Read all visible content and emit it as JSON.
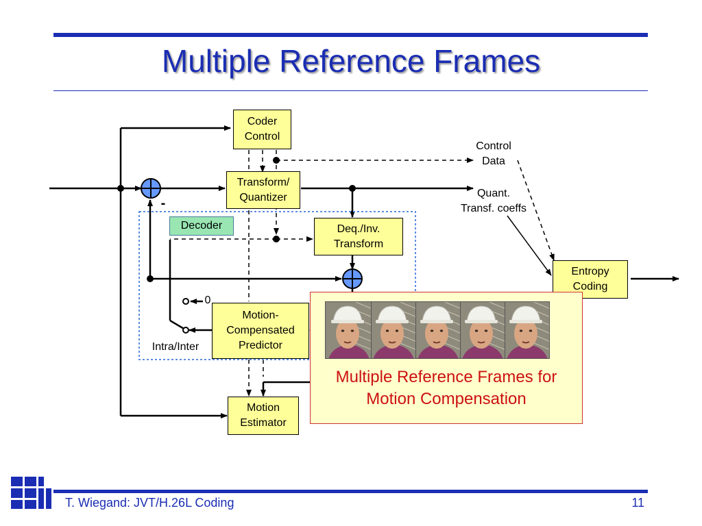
{
  "slide": {
    "title": "Multiple Reference Frames",
    "footer": "T. Wiegand: JVT/H.26L Coding",
    "page_number": "11"
  },
  "blocks": {
    "coder_control": "Coder\nControl",
    "transform_quantizer": "Transform/\nQuantizer",
    "deq_inv_transform": "Deq./Inv.\nTransform",
    "mc_predictor": "Motion-\nCompensated\nPredictor",
    "motion_estimator": "Motion\nEstimator",
    "entropy_coding": "Entropy\nCoding"
  },
  "labels": {
    "decoder": "Decoder",
    "control_data": "Control\nData",
    "quant_coeffs": "Quant.\nTransf. coeffs",
    "intra_inter": "Intra/Inter",
    "zero": "0",
    "minus": "-"
  },
  "reference_panel": {
    "caption": "Multiple Reference Frames for\nMotion Compensation",
    "frame_count": 5
  },
  "colors": {
    "title": "#1a2db3",
    "block_fill": "#ffff99",
    "adder_fill": "#6699ff",
    "decoder_tag": "#99e6b3",
    "panel_border": "#cc3333",
    "caption": "#cc1111"
  }
}
